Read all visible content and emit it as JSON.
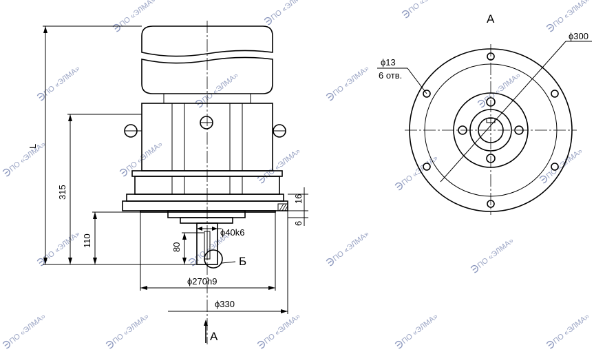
{
  "watermark": {
    "text": "ПО «ЭЛМА»",
    "icon": "elma-logo-icon",
    "color": "#9aa4c4"
  },
  "side_view": {
    "dimensions": {
      "L": "L",
      "h315": "315",
      "h110": "110",
      "h80": "80",
      "h16": "16",
      "h6": "6",
      "shaft": "ϕ40k6",
      "spigot": "ϕ270h9",
      "flange": "ϕ330"
    },
    "detail_label": "Б",
    "view_arrow_label": "А"
  },
  "flange_view": {
    "title": "А",
    "pcd": "ϕ300",
    "hole_dia": "ϕ13",
    "hole_count": "6 отв."
  }
}
